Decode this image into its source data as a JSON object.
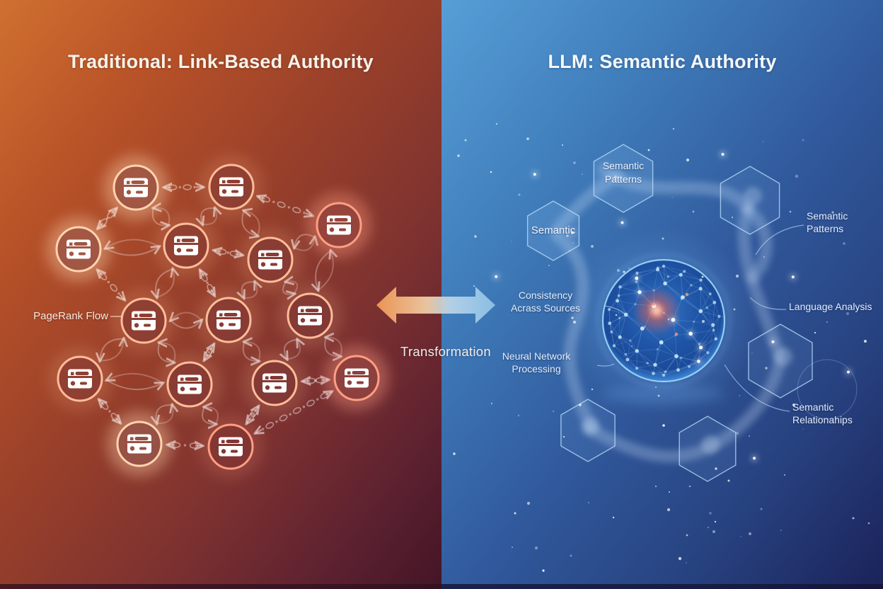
{
  "left_panel": {
    "title": "Traditional: Link-Based Authority",
    "flow_label": "PageRank Flow",
    "node_count": 15,
    "icons": {
      "node": "website-card-icon",
      "connector": "chain-link-icon",
      "flow": "curved-arrow-icon"
    },
    "colors": {
      "bg_top": "#d07030",
      "bg_bottom": "#441526",
      "node_ring": "#ffbd99",
      "node_ring_bright": "#ffd4ae",
      "node_ring_salmon": "#ff9e83",
      "link_stroke": "#ffffff"
    }
  },
  "center": {
    "transform_label": "Transformation",
    "icons": {
      "arrow": "double-headed-arrow-icon"
    },
    "colors": {
      "arrow_left": "#f09048",
      "arrow_right": "#82bbe6"
    }
  },
  "right_panel": {
    "title": "LLM: Semantic Authority",
    "hexagon_labels": [
      {
        "label": "Semantic\nPatterns"
      },
      {
        "label": "Semantic"
      }
    ],
    "callouts": [
      {
        "label": "Semantic\nPatterns"
      },
      {
        "label": "Language Analysis"
      },
      {
        "label": "Semantic\nRelationahips"
      },
      {
        "label": "Consistency\nAcrass Sources"
      },
      {
        "label": "Neural Network\nProcessing"
      }
    ],
    "icons": {
      "core": "neural-sphere-icon",
      "cell": "hexagon-icon",
      "flow": "ribbon-icon"
    },
    "colors": {
      "bg_top": "#579ed6",
      "bg_bottom": "#1b2259",
      "sphere_rim": "#9fdcff",
      "sphere_body": "#1d4f9a",
      "sphere_core_glow": "#ff7a52",
      "hex_stroke": "#bcdcfa"
    }
  }
}
